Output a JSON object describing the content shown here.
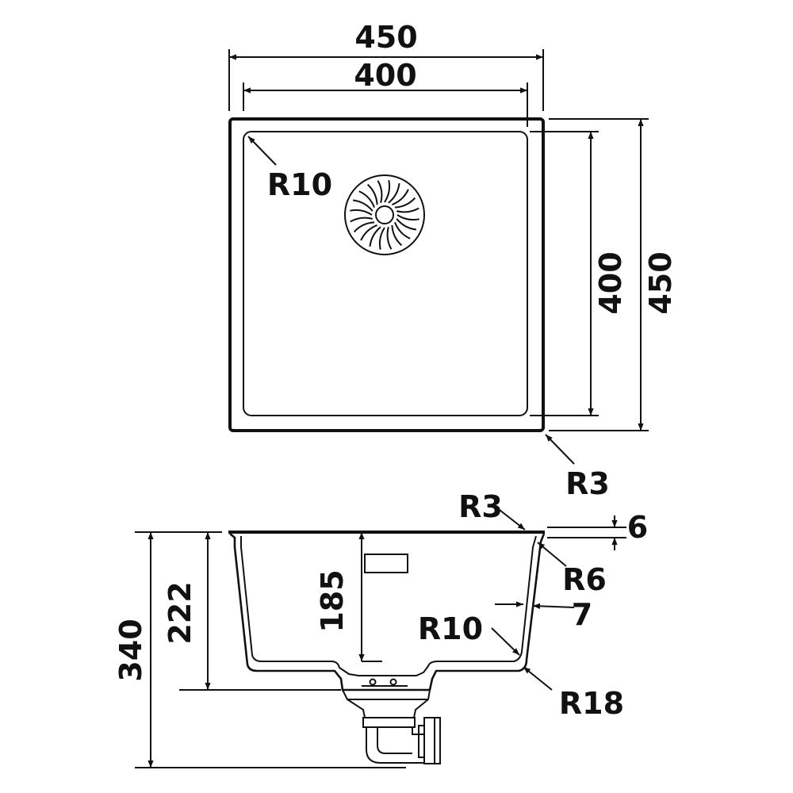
{
  "top_view": {
    "width_outer": "450",
    "width_inner": "400",
    "height_inner": "400",
    "height_outer": "450",
    "radius_inner_corner": "R10",
    "radius_outer_corner": "R3"
  },
  "side_view": {
    "radius_rim": "R3",
    "rim_thickness": "6",
    "radius_rim_inner": "R6",
    "wall_thickness": "7",
    "radius_bottom_inner": "R10",
    "radius_bottom_outer": "R18",
    "bowl_depth": "185",
    "depth_222": "222",
    "total_height": "340"
  },
  "colors": {
    "ink": "#111111",
    "background": "#ffffff"
  }
}
